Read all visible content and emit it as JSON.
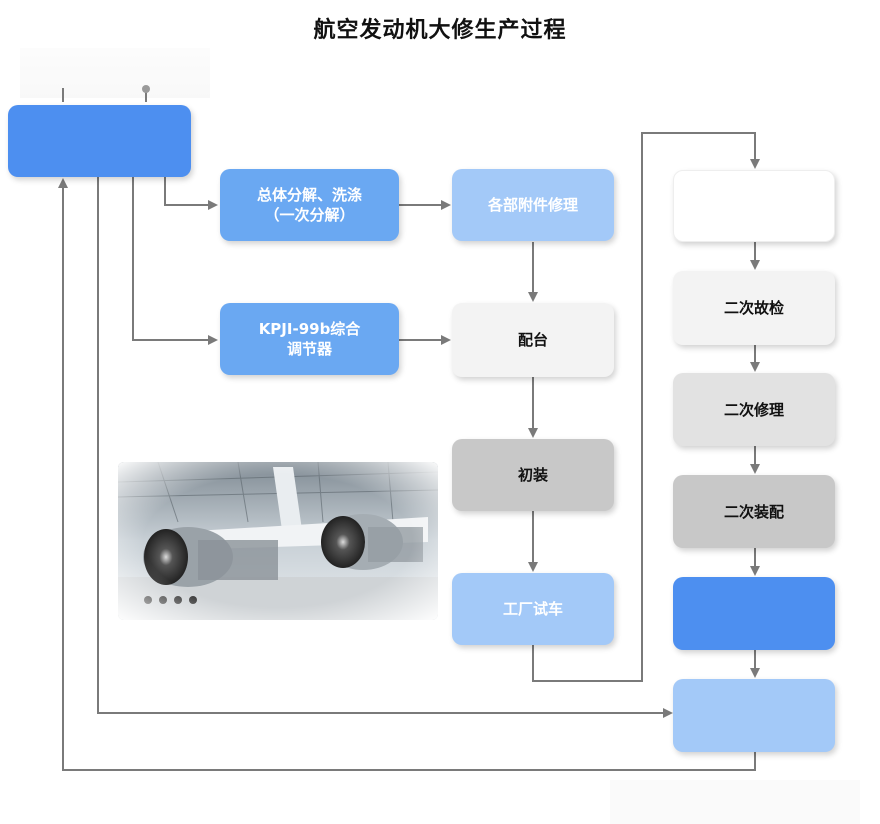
{
  "title": "航空发动机大修生产过程",
  "nodes": {
    "start": "",
    "disassembly": "总体分解、洗涤\n（一次分解）",
    "accessory_repair": "各部附件修理",
    "kpji": "KPJI-99b综合\n调节器",
    "matching": "配台",
    "initial_assembly": "初装",
    "factory_test": "工厂试车",
    "right_top": "",
    "second_inspection": "二次故检",
    "second_repair": "二次修理",
    "second_assembly": "二次装配",
    "right_blue": "",
    "right_final": ""
  },
  "colors": {
    "blue_strong": "#4d8ff0",
    "blue_mid": "#6aa8f2",
    "blue_light": "#a3c9f8",
    "arrow": "#7a7a7a"
  },
  "image": {
    "subject": "engine-hangar-photo"
  }
}
